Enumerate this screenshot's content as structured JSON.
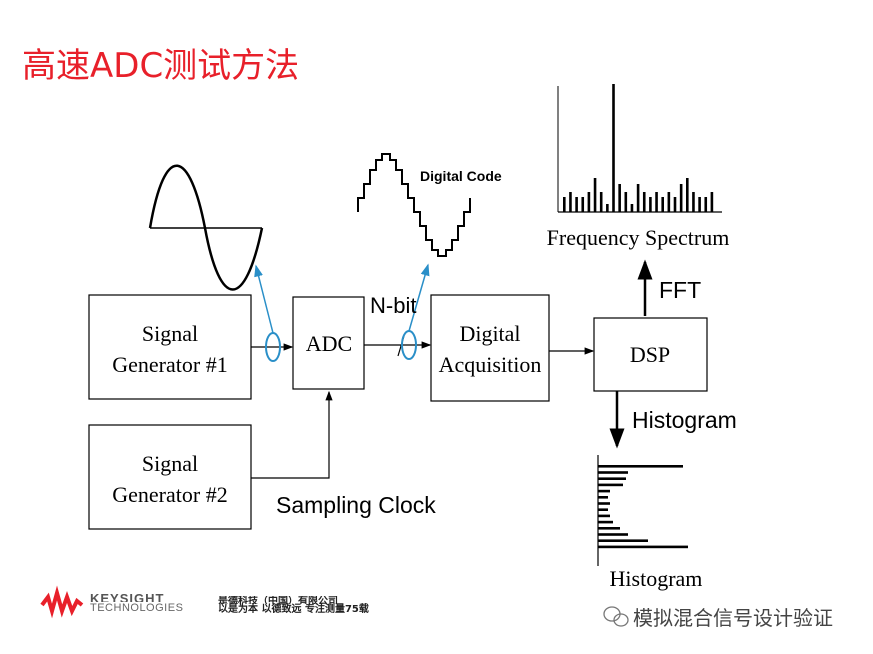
{
  "title": "高速ADC测试方法",
  "blocks": {
    "gen1": [
      "Signal",
      "Generator #1"
    ],
    "gen2": [
      "Signal",
      "Generator #2"
    ],
    "adc": "ADC",
    "acq": [
      "Digital",
      "Acquisition"
    ],
    "dsp": "DSP"
  },
  "labels": {
    "digital_code": "Digital Code",
    "nbit": "N-bit",
    "sampling_clock": "Sampling Clock",
    "fft": "FFT",
    "histogram_arrow": "Histogram",
    "freq_spectrum": "Frequency Spectrum",
    "histogram_caption": "Histogram"
  },
  "spectrum_bars": [
    15,
    20,
    15,
    15,
    20,
    34,
    20,
    8,
    128,
    28,
    20,
    8,
    28,
    20,
    15,
    20,
    15,
    20,
    15,
    28,
    34,
    20,
    15,
    15,
    20
  ],
  "histogram_bars": [
    85,
    30,
    28,
    25,
    12,
    10,
    12,
    10,
    12,
    15,
    22,
    30,
    50,
    90
  ],
  "footer": {
    "brand_top": "KEYSIGHT",
    "brand_bottom": "TECHNOLOGIES",
    "company": "是德科技（中国）有限公司",
    "slogan": "以是为本 以德致远 专注测量75载",
    "watermark": "模拟混合信号设计验证"
  },
  "colors": {
    "title": "#e8202a",
    "accent_blue": "#2a8fc8",
    "logo_red": "#e8202a"
  }
}
